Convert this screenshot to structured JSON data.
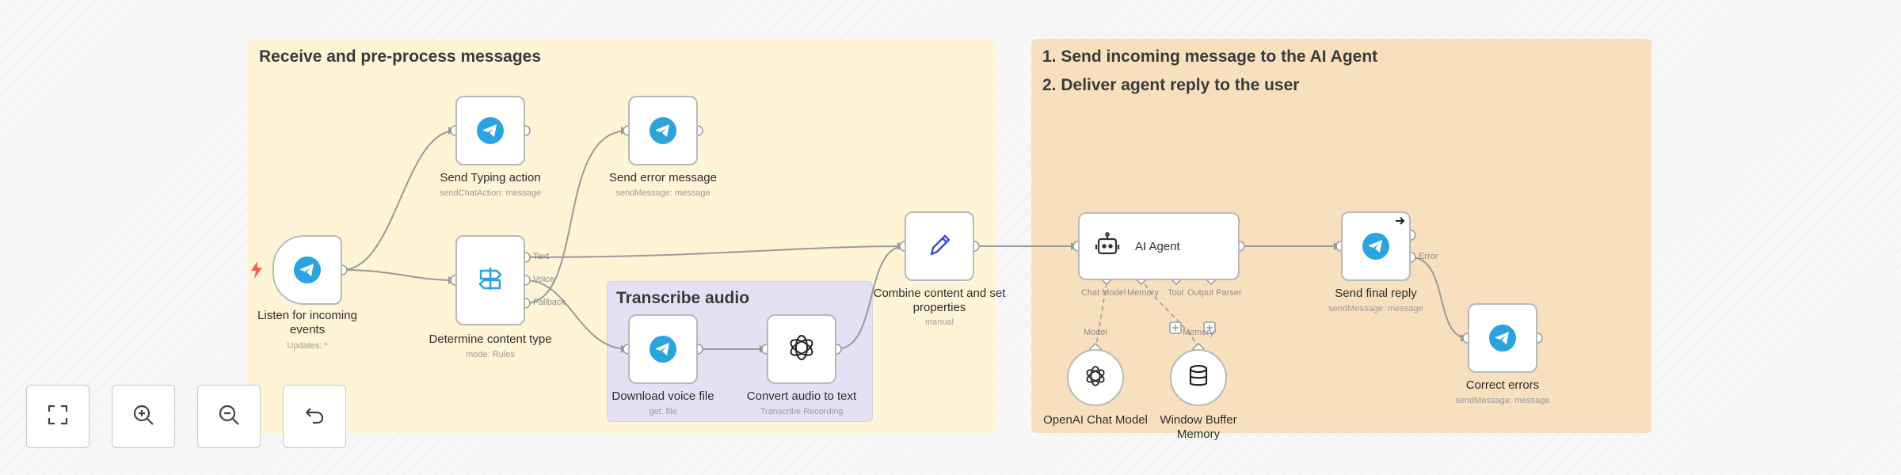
{
  "canvas": {
    "sticky_notes": [
      {
        "title": "Receive and pre-process messages"
      },
      {
        "title_line1": "1. Send incoming message to the AI Agent",
        "title_line2": "2. Deliver agent reply to the user"
      },
      {
        "title": "Transcribe audio"
      }
    ],
    "nodes": {
      "trigger": {
        "label_line1": "Listen for incoming",
        "label_line2": "events",
        "subtitle": "Updates: *",
        "icon": "telegram-icon"
      },
      "send_typing": {
        "label": "Send Typing action",
        "subtitle": "sendChatAction: message",
        "icon": "telegram-icon"
      },
      "send_error": {
        "label": "Send error message",
        "subtitle": "sendMessage: message",
        "icon": "telegram-icon"
      },
      "switch": {
        "label": "Determine content type",
        "subtitle": "mode: Rules",
        "icon": "signpost-icon",
        "ports": [
          "Text",
          "Voice",
          "Fallback"
        ]
      },
      "download": {
        "label": "Download voice file",
        "subtitle": "get: file",
        "icon": "telegram-icon"
      },
      "transcribe": {
        "label": "Convert audio to text",
        "subtitle": "Transcribe Recording",
        "icon": "openai-icon"
      },
      "combine": {
        "label_line1": "Combine content and set",
        "label_line2": "properties",
        "subtitle": "manual",
        "icon": "pencil-icon"
      },
      "agent": {
        "label": "AI Agent",
        "icon": "robot-icon",
        "ports": [
          "Chat Model",
          "Memory",
          "Tool",
          "Output Parser"
        ]
      },
      "openai_model": {
        "label": "OpenAI Chat Model",
        "port_label": "Model",
        "icon": "openai-icon"
      },
      "memory": {
        "label_line1": "Window Buffer",
        "label_line2": "Memory",
        "port_label": "Memory",
        "icon": "database-icon"
      },
      "final_reply": {
        "label": "Send final reply",
        "subtitle": "sendMessage: message",
        "error_port": "Error",
        "icon": "telegram-icon"
      },
      "correct_errors": {
        "label": "Correct errors",
        "subtitle": "sendMessage: message",
        "icon": "telegram-icon"
      }
    }
  },
  "controls": [
    "fit-view",
    "zoom-in",
    "zoom-out",
    "undo"
  ],
  "colors": {
    "sticky_yellow": "#fff4d6",
    "sticky_orange": "#f8e0bf",
    "sticky_purple": "#e5e1f4",
    "telegram_blue": "#2aa3de",
    "trigger_bolt": "#ff5a4e",
    "edge": "#9a9a9a"
  }
}
